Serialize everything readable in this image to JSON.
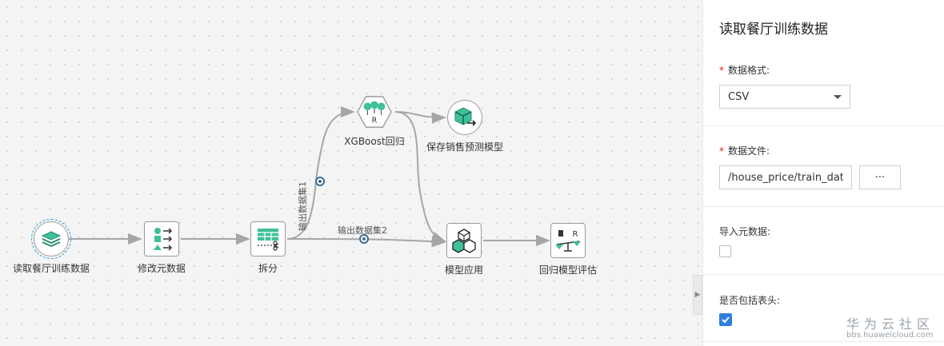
{
  "pipeline": {
    "nodes": [
      {
        "id": "read",
        "label": "读取餐厅训练数据",
        "icon": "layers-icon",
        "selected": true
      },
      {
        "id": "modify",
        "label": "修改元数据",
        "icon": "shapes-arrows-icon"
      },
      {
        "id": "split",
        "label": "拆分",
        "icon": "table-scissors-icon"
      },
      {
        "id": "xgb",
        "label": "XGBoost回归",
        "icon": "xgboost-r-icon"
      },
      {
        "id": "save",
        "label": "保存销售预测模型",
        "icon": "cube-export-icon"
      },
      {
        "id": "apply",
        "label": "模型应用",
        "icon": "cubes-icon"
      },
      {
        "id": "eval",
        "label": "回归模型评估",
        "icon": "scale-r-icon"
      }
    ],
    "edge_labels": {
      "output1": "输出数据集1",
      "output2": "输出数据集2"
    },
    "colors": {
      "accent": "#3fbf9a",
      "edge": "#a6a6a6",
      "port": "#3d6d8f",
      "selection": "#2a9fd8"
    }
  },
  "panel": {
    "title": "读取餐厅训练数据",
    "data_format": {
      "label": "数据格式:",
      "value": "CSV",
      "required": true
    },
    "data_file": {
      "label": "数据文件:",
      "value": "/house_price/train_dat",
      "required": true,
      "browse_label": "···"
    },
    "import_metadata": {
      "label": "导入元数据:",
      "checked": false
    },
    "include_header": {
      "label": "是否包括表头:",
      "checked": true
    },
    "collapse_icon": "chevron-right-icon"
  },
  "watermark": {
    "brand": "华为云社区",
    "url": "bbs.huaweicloud.com"
  }
}
